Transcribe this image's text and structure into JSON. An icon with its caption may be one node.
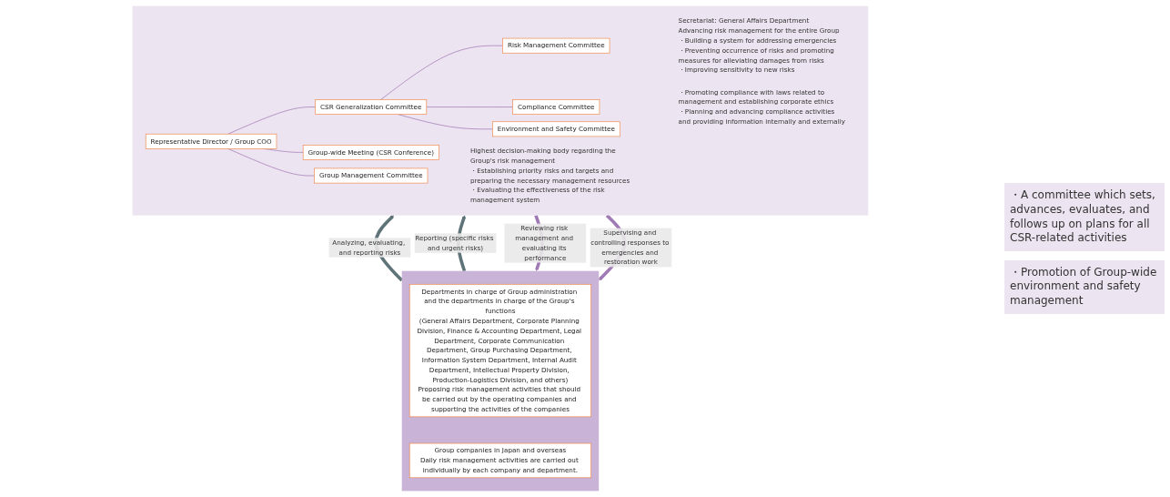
{
  "diagram": {
    "nodes": [
      {
        "text": [],
        "shape": "box"
      },
      {
        "text": [
          "Representative Director / Group COO"
        ],
        "in": 0
      },
      {
        "text": [
          "Group Management Committee"
        ],
        "in": 0,
        "beside": [
          "Highest decision-making body regarding the Group's risk management",
          "・Establishing priority risks and targets and preparing the necessary management resources",
          "・Evaluating the effectiveness of the risk management system"
        ]
      },
      {
        "text": [
          "Group-wide Meeting (CSR Conference)"
        ],
        "in": 0
      },
      {
        "text": [
          "CSR Generalization Committee"
        ],
        "in": 0
      },
      {
        "text": [
          "Risk Management Committee"
        ],
        "in": 0,
        "beside": [
          "Secretariat: General Affairs Department",
          "Advancing risk management for the entire Group",
          "・Building a system for addressing emergencies",
          "・Preventing occurrence of risks and promoting measures for alleviating damages from risks",
          "・Improving sensitivity to new risks"
        ]
      },
      {
        "text": [
          "Compliance Committee"
        ],
        "in": 0,
        "beside": [
          "・Promoting compliance with laws related to management and establishing corporate ethics",
          "・Planning and advancing compliance activities and providing information internally and externally"
        ]
      },
      {
        "text": [
          "Environment and Safety Committee"
        ],
        "in": 0
      },
      {
        "text": [],
        "shape": "box"
      },
      {
        "text": [
          "Departments in charge of Group administration and the departments in charge of the Group's functions",
          "(General Affairs Department, Corporate Planning Division, Finance & Accounting Department, Legal Department, Corporate Communication Department, Group Purchasing Department, Information System Department, Internal Audit Department, Intellectual Property Division, Production-Logistics Division, and others)",
          "Proposing risk management activities that should be carried out by the operating companies and supporting the activities of the companies"
        ],
        "in": 8
      },
      {
        "text": [
          "Group companies in Japan and overseas",
          "Daily risk management activities are carried out individually by each company and department."
        ],
        "in": 8
      }
    ],
    "edges": [
      {
        "from": 1,
        "to": 2,
        "arrow": "none"
      },
      {
        "from": 1,
        "to": 3,
        "arrow": "none"
      },
      {
        "from": 1,
        "to": 4,
        "arrow": "none"
      },
      {
        "from": 4,
        "to": 5,
        "arrow": "none"
      },
      {
        "from": 4,
        "to": 6,
        "arrow": "none"
      },
      {
        "from": 4,
        "to": 7,
        "arrow": "none"
      },
      {
        "from": 0,
        "to": 8,
        "arrow": "to",
        "label": "Reviewing risk management and evaluating its performance",
        "style": "thick",
        "color": "#a07ab5"
      },
      {
        "from": 8,
        "to": 0,
        "arrow": "to",
        "label": "Analyzing, evaluating, and reporting risks",
        "style": "thick",
        "color": "#5f7478"
      },
      {
        "from": 0,
        "to": 8,
        "arrow": "to",
        "label": "Supervising and controlling responses to emergencies and restoration work",
        "style": "thick",
        "color": "#a07ab5"
      },
      {
        "from": 8,
        "to": 0,
        "arrow": "to",
        "label": "Reporting (specific risks and urgent risks)",
        "style": "thick",
        "color": "#5f7478"
      }
    ],
    "labels": [
      "・A committee which sets, advances, evaluates, and follows up on plans for all CSR-related activities",
      "・Promotion of Group-wide environment and safety management"
    ]
  }
}
